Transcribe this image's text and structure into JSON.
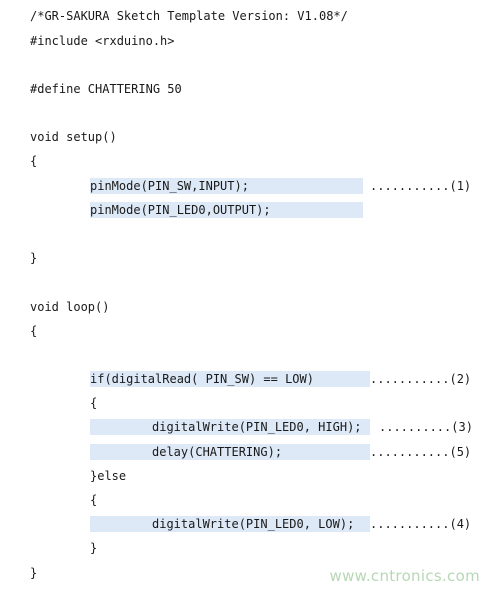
{
  "code": {
    "line_header": "/*GR-SAKURA Sketch Template Version: V1.08*/",
    "line_include": "#include <rxduino.h>",
    "line_define": "#define CHATTERING 50",
    "line_setup_sig": "void setup()",
    "line_setup_open": "{",
    "line_pinmode_sw": "pinMode(PIN_SW,INPUT);",
    "line_pinmode_led": "pinMode(PIN_LED0,OUTPUT);",
    "line_setup_close": "}",
    "line_loop_sig": "void loop()",
    "line_loop_open": "{",
    "line_if": "if(digitalRead( PIN_SW) == LOW)",
    "line_if_open": "{",
    "line_write_high": "digitalWrite(PIN_LED0, HIGH);",
    "line_delay": "delay(CHATTERING);",
    "line_else": "}else",
    "line_else_open": "{",
    "line_write_low": "digitalWrite(PIN_LED0, LOW);",
    "line_else_close": "}",
    "line_loop_close": "}"
  },
  "annotations": {
    "note_1": "...........(1)",
    "note_2": "...........(2)",
    "note_3": "..........(3)",
    "note_5": "...........(5)",
    "note_4": "...........(4)"
  },
  "watermark": {
    "text": "www.cntronics.com"
  },
  "colors": {
    "highlight": "#dde9f7",
    "text": "#1a1a1a",
    "watermark": "#b7d7b5"
  }
}
